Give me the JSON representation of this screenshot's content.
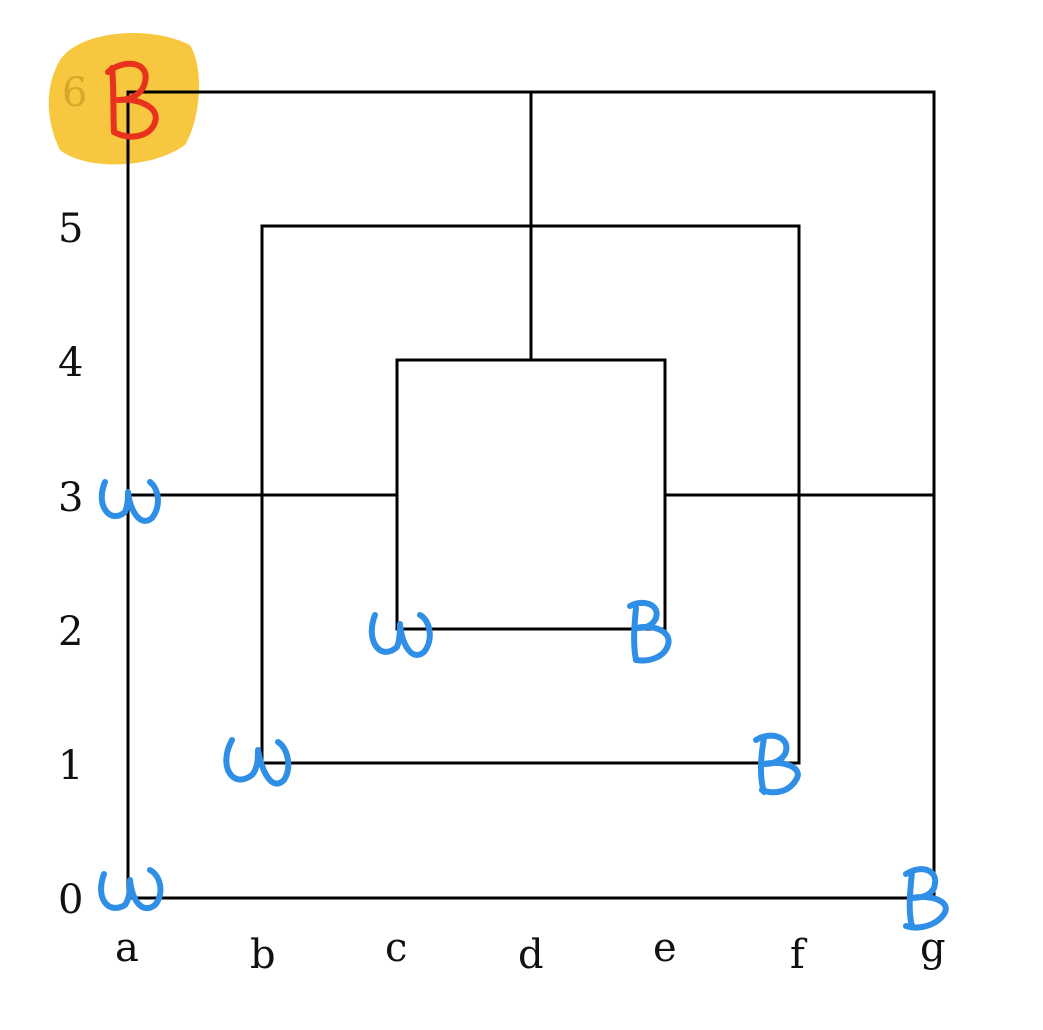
{
  "board": {
    "files": [
      "a",
      "b",
      "c",
      "d",
      "e",
      "f",
      "g"
    ],
    "ranks": [
      "0",
      "1",
      "2",
      "3",
      "4",
      "5",
      "6"
    ]
  },
  "pieces": [
    {
      "square": "a6",
      "letter": "B",
      "color": "#e8321e",
      "highlight": "#f6c12a"
    },
    {
      "square": "a3",
      "letter": "W",
      "color": "#2f8ee6"
    },
    {
      "square": "c2",
      "letter": "W",
      "color": "#2f8ee6"
    },
    {
      "square": "e2",
      "letter": "B",
      "color": "#2f8ee6"
    },
    {
      "square": "b1",
      "letter": "W",
      "color": "#2f8ee6"
    },
    {
      "square": "f1",
      "letter": "B",
      "color": "#2f8ee6"
    },
    {
      "square": "a0",
      "letter": "W",
      "color": "#2f8ee6"
    },
    {
      "square": "g0",
      "letter": "B",
      "color": "#2f8ee6"
    }
  ],
  "colors": {
    "lines": "#000000",
    "background": "#ffffff"
  }
}
